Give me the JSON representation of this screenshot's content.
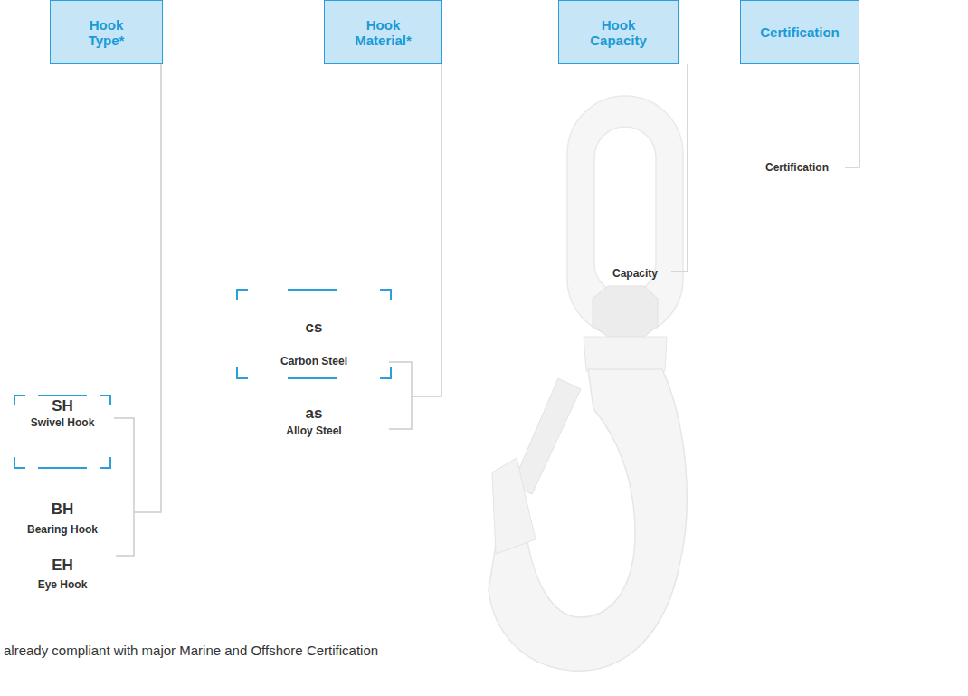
{
  "diagram": {
    "nodes": [
      {
        "text": [
          "Hook Type*"
        ]
      },
      {
        "text": [
          "Hook Material*"
        ]
      },
      {
        "text": [
          "Hook Capacity"
        ]
      },
      {
        "text": [
          "Certification"
        ]
      }
    ],
    "labels": [
      "SH",
      "Swivel Hook",
      "BH",
      "Bearing Hook",
      "EH",
      "Eye Hook",
      "cs",
      "Carbon Steel",
      "as",
      "Alloy Steel",
      "Capacity",
      "Certification",
      "already compliant with major Marine and Offshore Certification"
    ]
  }
}
